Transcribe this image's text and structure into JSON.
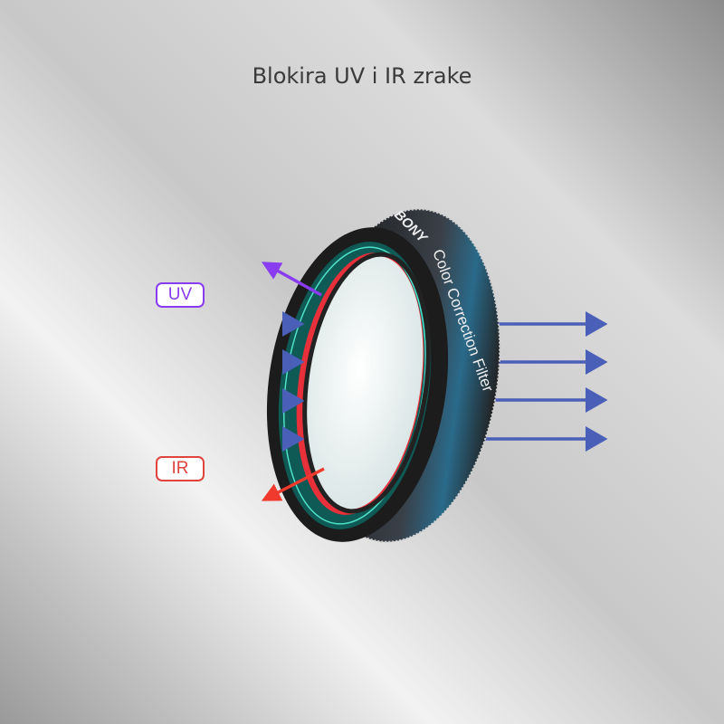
{
  "title": "Blokira UV i IR zrake",
  "labels": {
    "uv": "UV",
    "ir": "IR"
  },
  "product": {
    "brand_partial": "BONY",
    "ring_text": "Color Correction Filter"
  },
  "colors": {
    "uv": "#8a3cf0",
    "visible": "#4a5fb8",
    "ir": "#f03a2e"
  }
}
